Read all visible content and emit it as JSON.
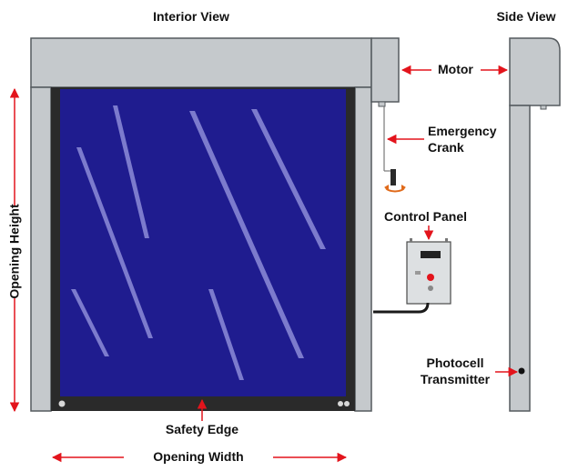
{
  "labels": {
    "interior_view": "Interior View",
    "side_view": "Side View",
    "motor": "Motor",
    "emergency_crank_line1": "Emergency",
    "emergency_crank_line2": "Crank",
    "control_panel": "Control Panel",
    "opening_height": "Opening Height",
    "photocell_line1": "Photocell",
    "photocell_line2": "Transmitter",
    "safety_edge": "Safety Edge",
    "opening_width": "Opening Width"
  },
  "colors": {
    "frame": "#c5c9cc",
    "frame_stroke": "#555a5e",
    "curtain": "#1f1c8f",
    "curtain_border": "#2a2a2a",
    "arrow": "#e3141c",
    "cable": "#1a1a1a"
  }
}
